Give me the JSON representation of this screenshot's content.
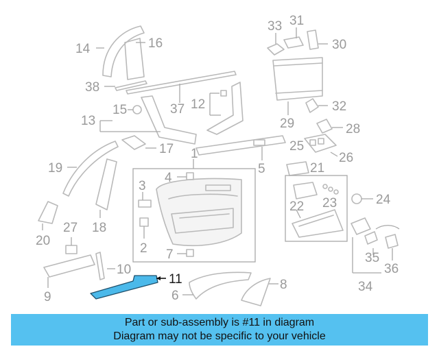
{
  "diagram": {
    "callouts": [
      "1",
      "2",
      "3",
      "4",
      "5",
      "6",
      "7",
      "8",
      "9",
      "10",
      "11",
      "12",
      "13",
      "14",
      "15",
      "16",
      "17",
      "18",
      "19",
      "20",
      "21",
      "22",
      "23",
      "24",
      "25",
      "26",
      "27",
      "28",
      "29",
      "30",
      "31",
      "32",
      "33",
      "34",
      "35",
      "36",
      "37",
      "38"
    ],
    "highlighted_callout": "11",
    "highlight_color": "#4bb9ea"
  },
  "banner": {
    "line1": "Part or sub-assembly is #11 in diagram",
    "line2": "Diagram may not be specific to your vehicle",
    "background": "#55c1f0"
  }
}
